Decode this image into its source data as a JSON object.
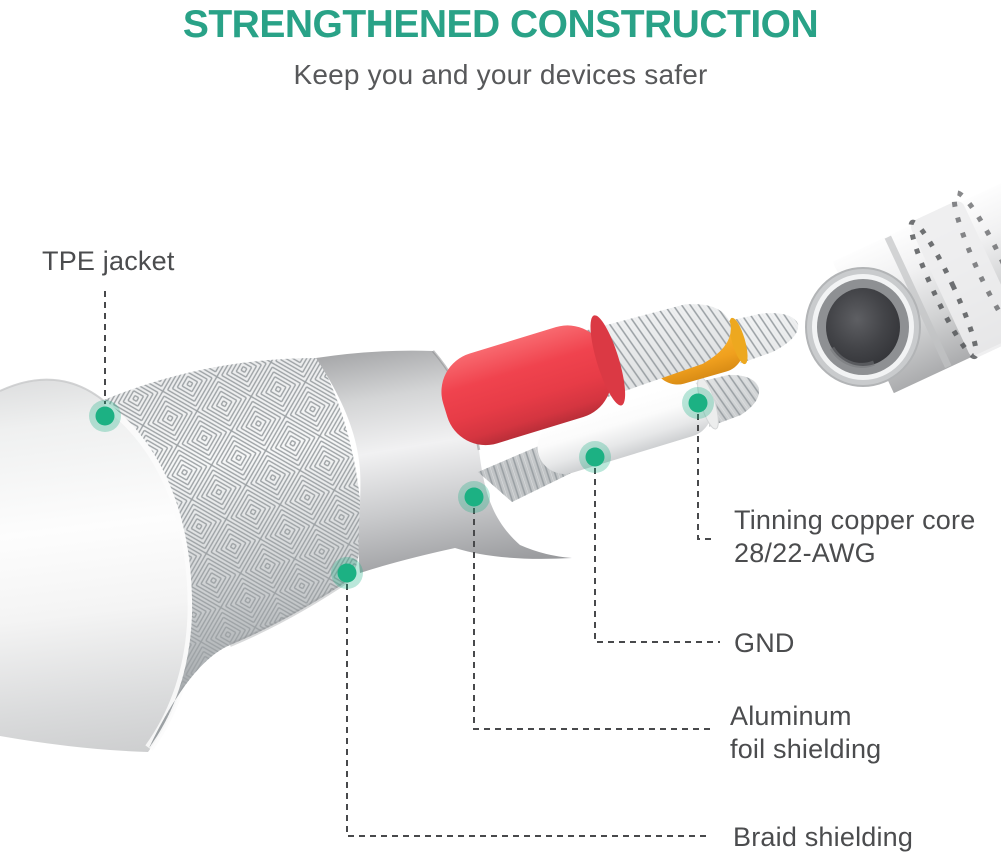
{
  "header": {
    "title": "STRENGTHENED CONSTRUCTION",
    "subtitle": "Keep you and your devices safer"
  },
  "callouts": {
    "tpe_jacket": {
      "label": "TPE jacket"
    },
    "tinning_copper_core": {
      "line1": "Tinning copper core",
      "line2": "28/22-AWG"
    },
    "gnd": {
      "label": "GND"
    },
    "aluminum_foil": {
      "line1": "Aluminum",
      "line2": "foil shielding"
    },
    "braid_shielding": {
      "label": "Braid shielding"
    }
  },
  "colors": {
    "accent_teal": "#29A287",
    "subtitle_gray": "#57585A",
    "label_gray": "#4B4C4E",
    "marker_green": "#1CB183",
    "leader_gray": "#48494B",
    "wire_red": "#F0434E",
    "wire_yellow": "#F6AE28"
  }
}
